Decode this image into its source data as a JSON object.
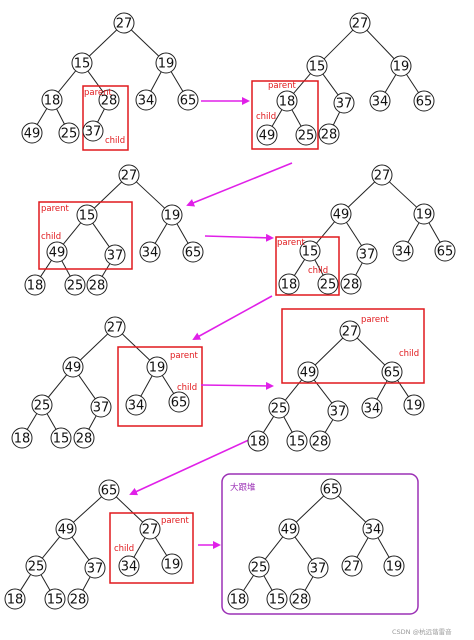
{
  "diagrams": [
    {
      "id": "step-1",
      "nodes": [
        "27",
        "15",
        "19",
        "18",
        "28",
        "34",
        "65",
        "49",
        "25",
        "37"
      ],
      "annotations": [
        "parent",
        "child"
      ]
    },
    {
      "id": "step-2",
      "nodes": [
        "27",
        "15",
        "19",
        "18",
        "37",
        "34",
        "65",
        "49",
        "25",
        "28"
      ],
      "annotations": [
        "parent",
        "child"
      ]
    },
    {
      "id": "step-3",
      "nodes": [
        "27",
        "15",
        "19",
        "49",
        "37",
        "34",
        "65",
        "18",
        "25",
        "28"
      ],
      "annotations": [
        "parent",
        "child"
      ]
    },
    {
      "id": "step-4",
      "nodes": [
        "27",
        "49",
        "19",
        "15",
        "37",
        "34",
        "65",
        "18",
        "25",
        "28"
      ],
      "annotations": [
        "parent",
        "child"
      ]
    },
    {
      "id": "step-5",
      "nodes": [
        "27",
        "49",
        "19",
        "25",
        "37",
        "34",
        "65",
        "18",
        "15",
        "28"
      ],
      "annotations": [
        "parent",
        "child"
      ]
    },
    {
      "id": "step-6",
      "nodes": [
        "27",
        "49",
        "65",
        "25",
        "37",
        "34",
        "19",
        "18",
        "15",
        "28"
      ],
      "annotations": [
        "parent",
        "child"
      ]
    },
    {
      "id": "step-7",
      "nodes": [
        "65",
        "49",
        "27",
        "25",
        "37",
        "34",
        "19",
        "18",
        "15",
        "28"
      ],
      "annotations": [
        "parent",
        "child"
      ]
    },
    {
      "id": "step-8",
      "nodes": [
        "65",
        "49",
        "34",
        "25",
        "37",
        "27",
        "19",
        "18",
        "15",
        "28"
      ],
      "annotations": [
        "大跟堆"
      ]
    }
  ],
  "watermark": "CSDN @杭远谐雷音",
  "colors": {
    "highlight_box": "#e0191d",
    "arrow": "#e020e8",
    "final_box": "#9b30b5",
    "edge": "#222222"
  }
}
